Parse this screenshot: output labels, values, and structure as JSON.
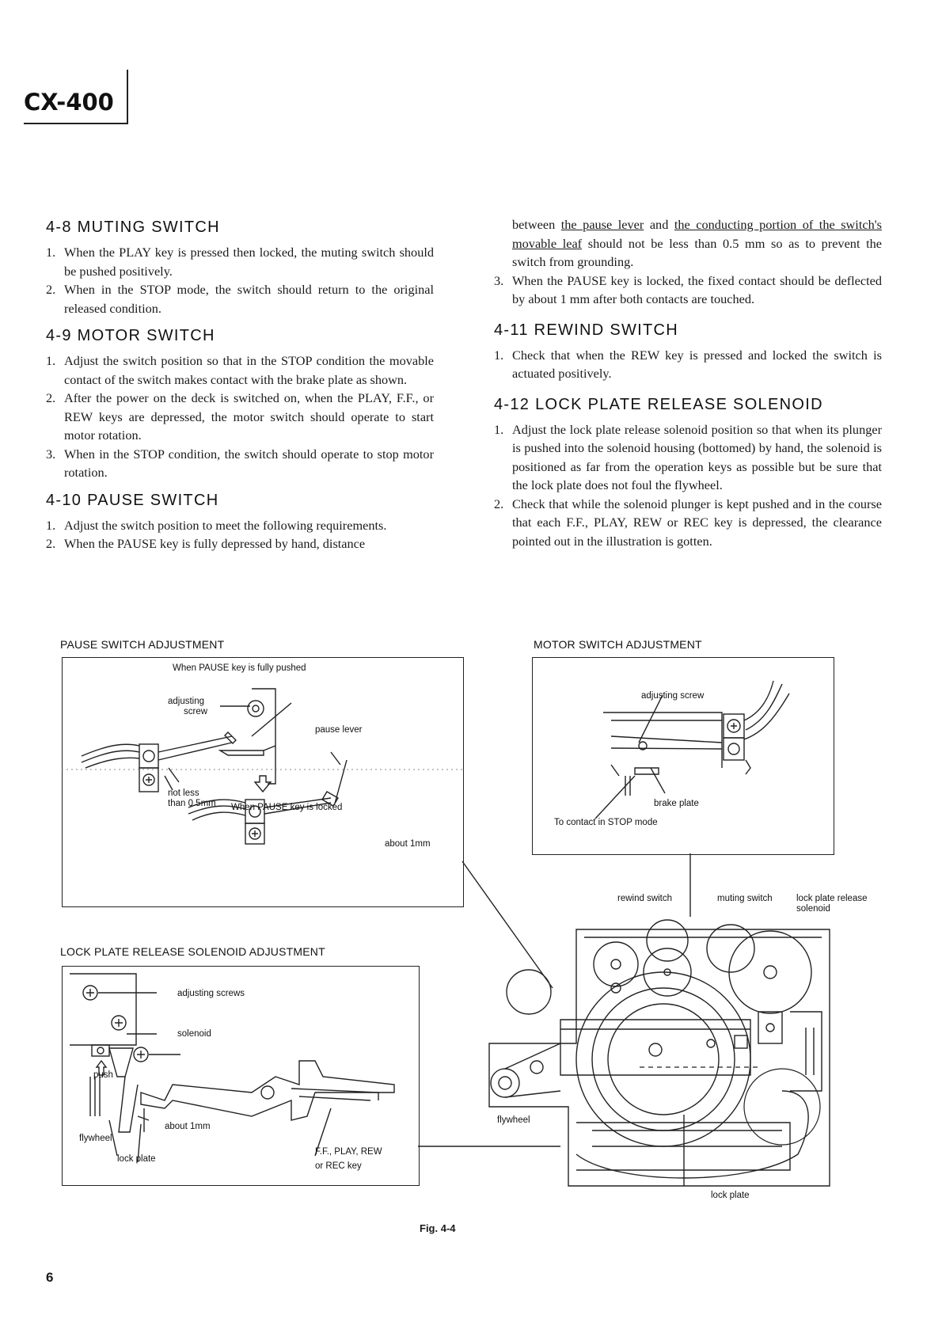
{
  "header": {
    "model": "CX-400"
  },
  "left_column": {
    "s48": {
      "title": "4-8 MUTING SWITCH",
      "items": [
        {
          "n": "1.",
          "t": "When the PLAY key is pressed then locked, the muting switch should be pushed positively."
        },
        {
          "n": "2.",
          "t": "When in the STOP mode, the switch should return to the original released condition."
        }
      ]
    },
    "s49": {
      "title": "4-9 MOTOR SWITCH",
      "items": [
        {
          "n": "1.",
          "t": "Adjust the switch position so that in the STOP condition the movable contact of the switch makes contact with the brake plate as shown."
        },
        {
          "n": "2.",
          "t": "After the power on the deck is switched on, when the PLAY, F.F., or REW keys are depressed, the motor switch should operate to start motor rotation."
        },
        {
          "n": "3.",
          "t": "When in the STOP condition, the switch should operate to stop motor rotation."
        }
      ]
    },
    "s410": {
      "title": "4-10 PAUSE SWITCH",
      "items": [
        {
          "n": "1.",
          "t": "Adjust the switch position to meet the following requirements."
        },
        {
          "n": "2.",
          "t": "When the PAUSE key is fully depressed by hand, distance"
        }
      ]
    }
  },
  "right_column": {
    "continuation": {
      "pre": "between ",
      "u1": "the pause lever",
      "mid": " and ",
      "u2": "the conducting portion of the switch's movable leaf",
      "post": " should not be less than 0.5 mm so as to prevent the switch from grounding."
    },
    "s410_item3": {
      "n": "3.",
      "t": "When the PAUSE key is locked, the fixed contact should be deflected by about 1 mm after both contacts are touched."
    },
    "s411": {
      "title": "4-11 REWIND SWITCH",
      "items": [
        {
          "n": "1.",
          "t": "Check that when the REW key is pressed and locked the switch is actuated positively."
        }
      ]
    },
    "s412": {
      "title": "4-12 LOCK PLATE RELEASE SOLENOID",
      "items": [
        {
          "n": "1.",
          "t": "Adjust the lock plate release solenoid position so that when its plunger is pushed into the solenoid housing (bottomed) by hand, the solenoid is positioned as far from the operation keys as possible but be sure that the lock plate does not foul the flywheel."
        },
        {
          "n": "2.",
          "t": "Check that while the solenoid plunger is kept pushed and in the course that each F.F., PLAY, REW or REC key is depressed, the clearance pointed out in the illustration is gotten."
        }
      ]
    }
  },
  "figures": {
    "pause": {
      "heading": "PAUSE SWITCH ADJUSTMENT",
      "labels": {
        "top": "When PAUSE key is fully pushed",
        "adjusting_screw_1": "adjusting",
        "adjusting_screw_2": "screw",
        "pause_lever": "pause lever",
        "not_less_1": "not less",
        "not_less_2": "than 0.5mm",
        "locked": "When PAUSE key is locked",
        "about": "about 1mm"
      }
    },
    "motor": {
      "heading": "MOTOR SWITCH ADJUSTMENT",
      "labels": {
        "adjusting_screw": "adjusting screw",
        "brake_plate": "brake plate",
        "to_contact": "To contact in STOP mode"
      }
    },
    "lock": {
      "heading": "LOCK PLATE RELEASE SOLENOID ADJUSTMENT",
      "labels": {
        "adjusting_screws": "adjusting screws",
        "solenoid": "solenoid",
        "push": "push",
        "about": "about 1mm",
        "flywheel": "flywheel",
        "lock_plate": "lock plate",
        "keys_1": "F.F., PLAY, REW",
        "keys_2": "or REC key"
      }
    },
    "main": {
      "labels": {
        "rewind_switch": "rewind switch",
        "muting_switch": "muting switch",
        "lock_plate_release_1": "lock plate release",
        "lock_plate_release_2": "solenoid",
        "flywheel": "flywheel",
        "lock_plate": "lock plate"
      }
    },
    "caption": "Fig. 4-4"
  },
  "footer": {
    "page_number": "6"
  }
}
